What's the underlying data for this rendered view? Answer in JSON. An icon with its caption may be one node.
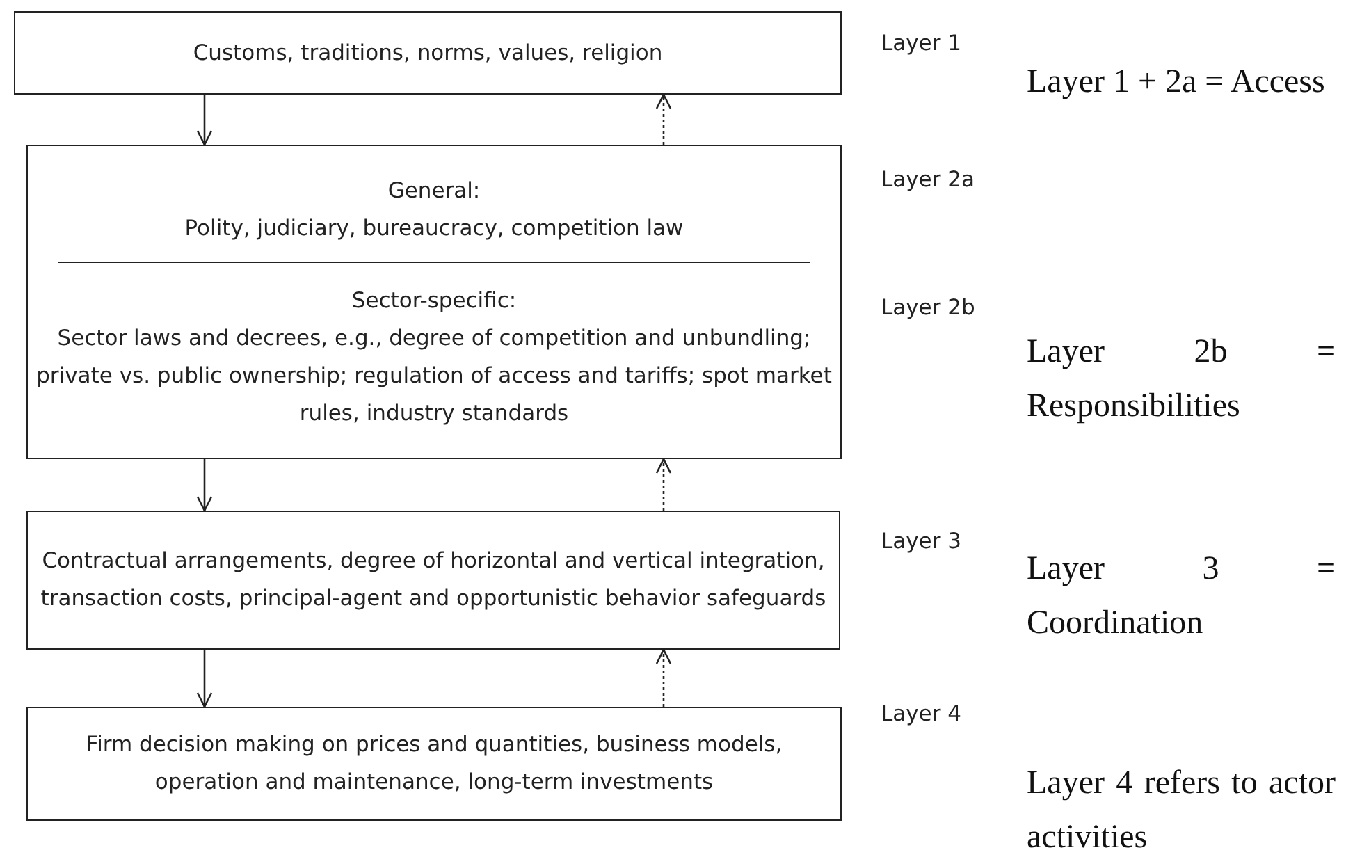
{
  "diagram": {
    "nodes": [
      {
        "text": [
          "Customs, traditions, norms, values, religion"
        ],
        "beside": [
          "Layer 1"
        ]
      },
      {
        "text": [
          "General:",
          "Polity, judiciary, bureaucracy, competition law",
          "Sector-specific:",
          "Sector laws and decrees, e.g., degree of competition and unbundling; private vs. public ownership; regulation of access and tariffs; spot market rules, industry standards"
        ],
        "beside": [
          "Layer 2a",
          "Layer 2b"
        ]
      },
      {
        "text": [
          "Contractual arrangements, degree of horizontal and vertical integration, transaction costs, principal-agent and opportunistic behavior safeguards"
        ],
        "beside": [
          "Layer 3"
        ]
      },
      {
        "text": [
          "Firm decision making on prices and quantities, business models, operation and maintenance, long-term investments"
        ],
        "beside": [
          "Layer 4"
        ]
      }
    ],
    "edges": [
      {
        "from": 0,
        "to": 1,
        "arrow": "to"
      },
      {
        "from": 1,
        "to": 0,
        "arrow": "to",
        "style": "dashed"
      },
      {
        "from": 1,
        "to": 2,
        "arrow": "to"
      },
      {
        "from": 2,
        "to": 1,
        "arrow": "to",
        "style": "dashed"
      },
      {
        "from": 2,
        "to": 3,
        "arrow": "to"
      },
      {
        "from": 3,
        "to": 2,
        "arrow": "to",
        "style": "dashed"
      }
    ],
    "labels": [
      "Layer 1 + 2a = Access",
      "Layer 2b = Responsibilities",
      "Layer 3 = Coordination",
      "Layer 4 refers to actor activities"
    ]
  }
}
